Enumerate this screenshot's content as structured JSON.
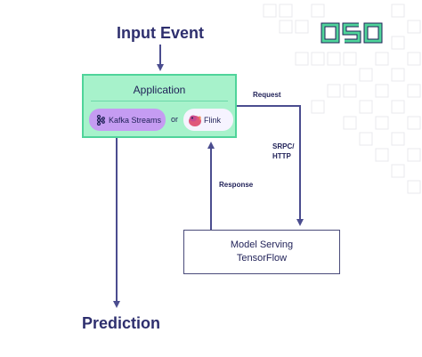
{
  "diagram": {
    "title": "Input Event",
    "output": "Prediction",
    "application": {
      "label": "Application",
      "option_a": "Kafka Streams",
      "connector": "or",
      "option_b": "Flink"
    },
    "model_serving": {
      "line1": "Model Serving",
      "line2": "TensorFlow"
    },
    "edges": {
      "request": "Request",
      "protocol_line1": "SRPC/",
      "protocol_line2": "HTTP",
      "response": "Response"
    }
  },
  "brand": {
    "logo_text": "OSO",
    "accent_color": "#4fd49a",
    "arrow_color": "#4b4d8f",
    "app_fill": "#a7f2cb",
    "kafka_fill": "#c59cf2"
  }
}
